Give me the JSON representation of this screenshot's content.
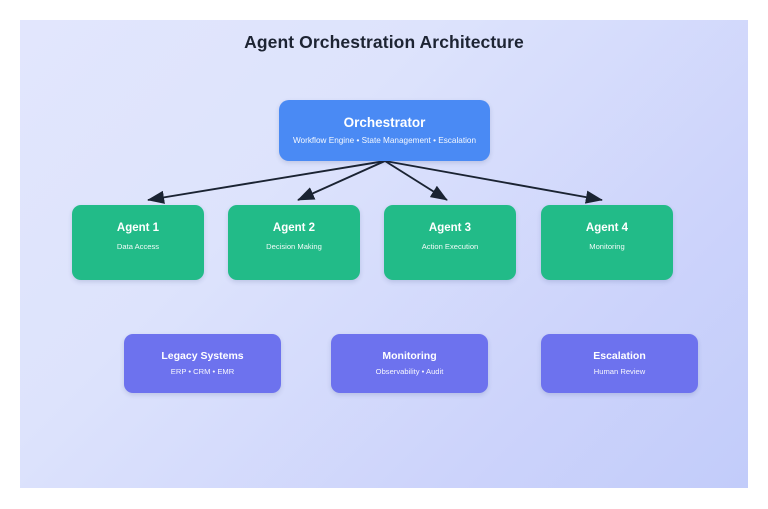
{
  "title": "Agent Orchestration Architecture",
  "colors": {
    "canvas_gradient_start": "#e2e6fd",
    "canvas_gradient_end": "#c2ccfa",
    "title_text": "#1d2433",
    "orchestrator_fill": "#4a8af4",
    "agent_fill": "#22bb88",
    "resource_fill": "#6d72ee",
    "arrow": "#1a2332",
    "node_text": "#ffffff"
  },
  "orchestrator": {
    "title": "Orchestrator",
    "subtitle": "Workflow Engine • State Management • Escalation"
  },
  "agents": [
    {
      "title": "Agent 1",
      "subtitle": "Data Access"
    },
    {
      "title": "Agent 2",
      "subtitle": "Decision Making"
    },
    {
      "title": "Agent 3",
      "subtitle": "Action Execution"
    },
    {
      "title": "Agent 4",
      "subtitle": "Monitoring"
    }
  ],
  "resources": [
    {
      "title": "Legacy Systems",
      "subtitle": "ERP • CRM • EMR"
    },
    {
      "title": "Monitoring",
      "subtitle": "Observability • Audit"
    },
    {
      "title": "Escalation",
      "subtitle": "Human Review"
    }
  ],
  "connections": [
    {
      "from": "Orchestrator",
      "to": "Agent 1"
    },
    {
      "from": "Orchestrator",
      "to": "Agent 2"
    },
    {
      "from": "Orchestrator",
      "to": "Agent 3"
    },
    {
      "from": "Orchestrator",
      "to": "Agent 4"
    }
  ]
}
